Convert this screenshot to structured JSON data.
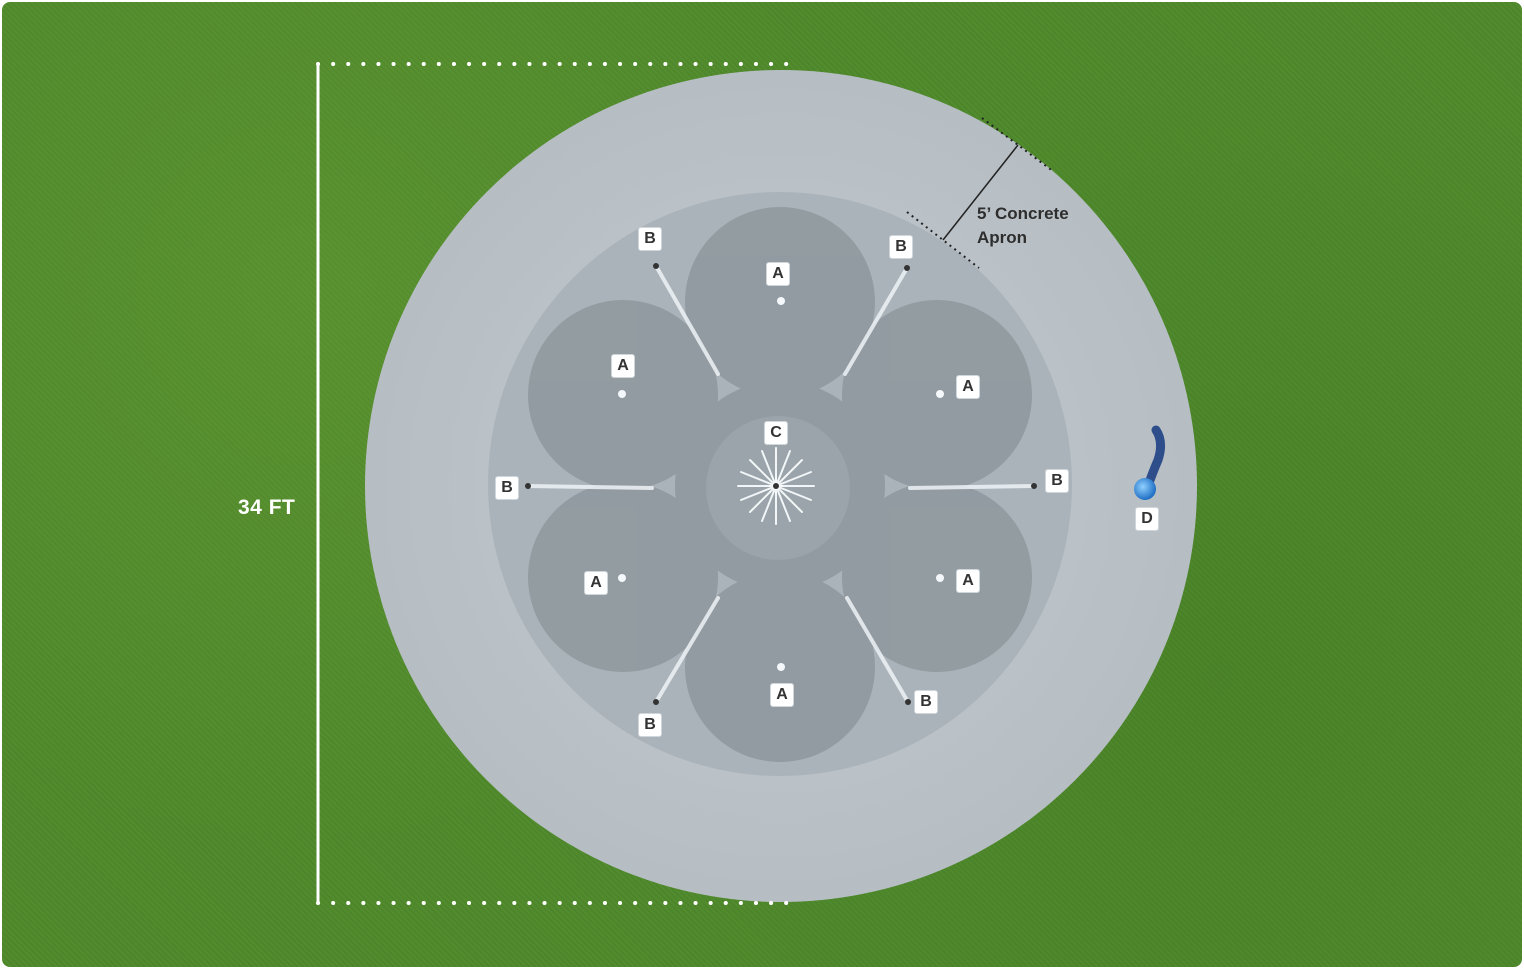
{
  "colors": {
    "grass": "#4f8a2b",
    "apron": "#bcc4c9",
    "pad": "#a9b2b8",
    "splash": "#8e989f",
    "label_bg": "#ffffff",
    "drain": "#2f8be0"
  },
  "dimension": {
    "label": "34 FT"
  },
  "apron_callout": {
    "line1": "5’ Concrete",
    "line2": "Apron"
  },
  "labels": {
    "a": [
      "A",
      "A",
      "A",
      "A",
      "A",
      "A"
    ],
    "b": [
      "B",
      "B",
      "B",
      "B",
      "B",
      "B"
    ],
    "c": "C",
    "d": "D"
  }
}
